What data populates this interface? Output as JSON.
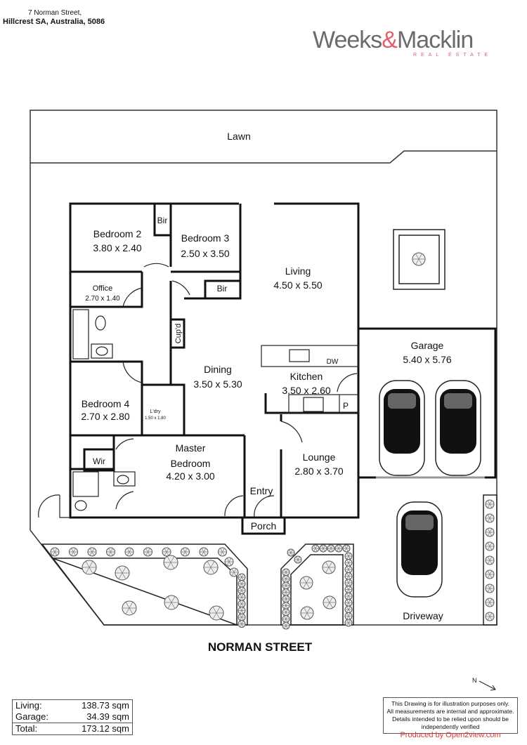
{
  "header": {
    "address_line1": "7 Norman Street,",
    "address_line2": "Hillcrest SA, Australia, 5086",
    "logo": {
      "part1": "Weeks",
      "amp": "&",
      "part2": "Macklin",
      "sub": "REAL ESTATE"
    }
  },
  "plan": {
    "lawn": "Lawn",
    "rooms": {
      "bedroom2": {
        "name": "Bedroom 2",
        "dims": "3.80 x 2.40"
      },
      "bir1": {
        "name": "Bir"
      },
      "bedroom3": {
        "name": "Bedroom 3",
        "dims": "2.50 x 3.50"
      },
      "bir2": {
        "name": "Bir"
      },
      "living": {
        "name": "Living",
        "dims": "4.50 x 5.50"
      },
      "office": {
        "name": "Office",
        "dims": "2.70 x 1.40"
      },
      "cupd": {
        "name": "Cup'd"
      },
      "dining": {
        "name": "Dining",
        "dims": "3.50 x 5.30"
      },
      "kitchen": {
        "name": "Kitchen",
        "dims": "3.50 x 2.60",
        "dw": "DW",
        "pantry": "P"
      },
      "garage": {
        "name": "Garage",
        "dims": "5.40 x 5.76"
      },
      "bedroom4": {
        "name": "Bedroom 4",
        "dims": "2.70 x 2.80"
      },
      "laundry": {
        "name": "L'dry",
        "dims": "1.50 x 1.80"
      },
      "master": {
        "name1": "Master",
        "name2": "Bedroom",
        "dims": "4.20 x 3.00"
      },
      "wir": {
        "name": "Wir"
      },
      "lounge": {
        "name": "Lounge",
        "dims": "2.80 x 3.70"
      },
      "entry": {
        "name": "Entry"
      },
      "porch": {
        "name": "Porch"
      },
      "driveway": {
        "name": "Driveway"
      }
    },
    "street": "NORMAN STREET",
    "north": "N"
  },
  "areas": {
    "living_label": "Living:",
    "living_value": "138.73 sqm",
    "garage_label": "Garage:",
    "garage_value": "34.39 sqm",
    "total_label": "Total:",
    "total_value": "173.12 sqm"
  },
  "disclaimer": {
    "l1": "This Drawing is for illustration purposes only.",
    "l2": "All measurements are internal and approximate.",
    "l3": "Details intended to be relied upon should be",
    "l4": "independently verified"
  },
  "produced_by": "Produced by Open2view.com",
  "colors": {
    "accent": "#e0606a",
    "produced": "#d43a3a",
    "logo_grey": "#6b6b6b"
  }
}
